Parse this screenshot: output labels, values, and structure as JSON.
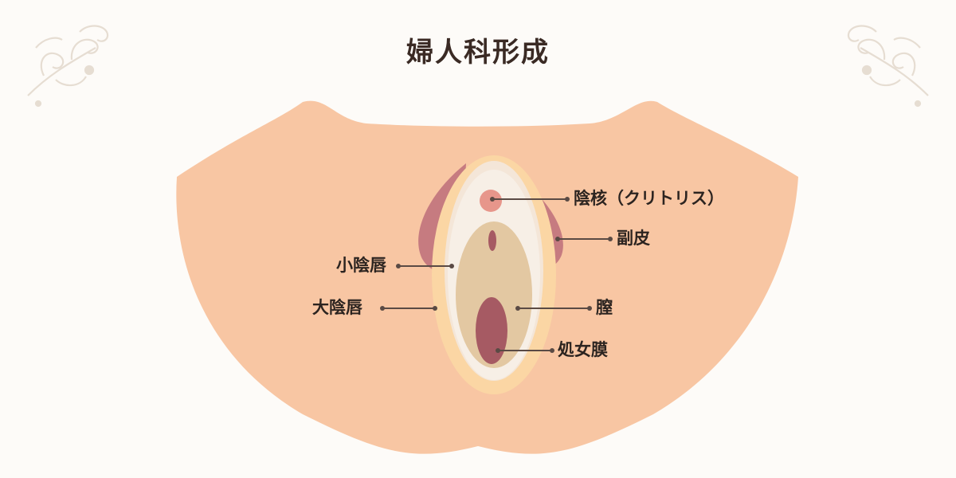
{
  "title": "婦人科形成",
  "colors": {
    "background": "#fdfbf8",
    "skin": "#f8c6a3",
    "labia_majora": "#fbd6a4",
    "labia_minora_outer": "#f4e6d8",
    "inner": "#f7efe6",
    "vestibule": "#e3c8a2",
    "clitoris": "#e7968b",
    "prepuce": "#c67b80",
    "vagina": "#a65a63",
    "leader": "#5a4a44",
    "ornament": "#e6ddd2"
  },
  "labels": {
    "clitoris": "陰核（クリトリス）",
    "prepuce": "副皮",
    "labia_minora": "小陰唇",
    "labia_majora": "大陰唇",
    "vagina": "膣",
    "hymen": "処女膜"
  }
}
